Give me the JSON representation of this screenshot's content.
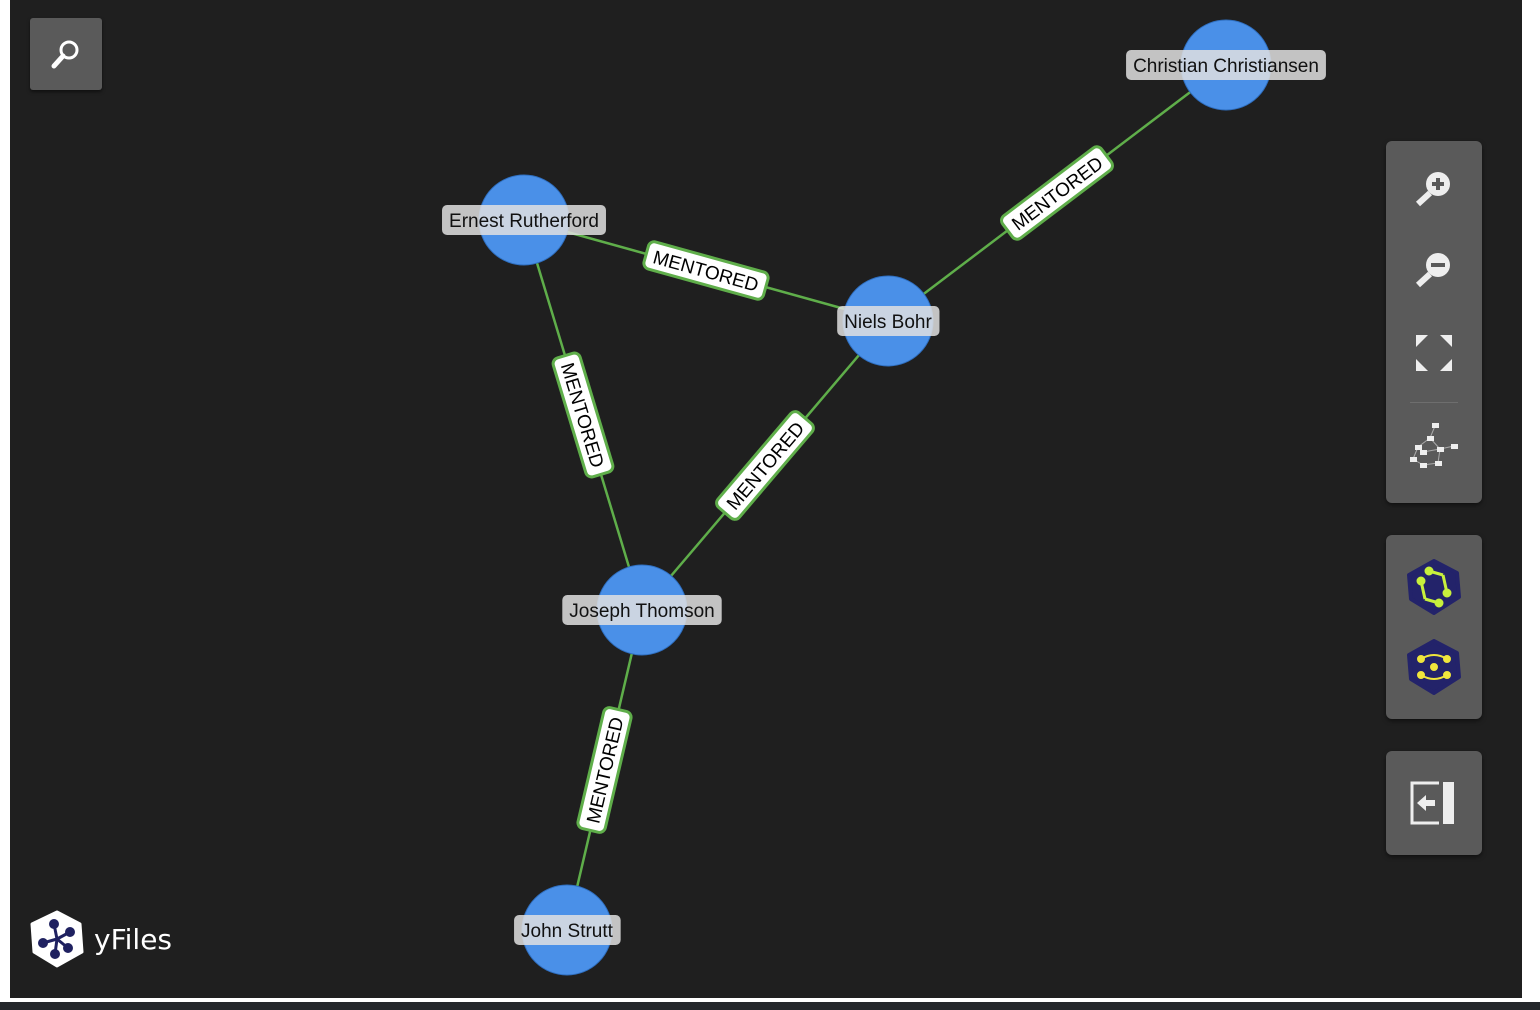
{
  "nodes": [
    {
      "id": "christiansen",
      "label": "Christian Christiansen"
    },
    {
      "id": "rutherford",
      "label": "Ernest Rutherford"
    },
    {
      "id": "bohr",
      "label": "Niels Bohr"
    },
    {
      "id": "thomson",
      "label": "Joseph Thomson"
    },
    {
      "id": "strutt",
      "label": "John Strutt"
    }
  ],
  "edges": [
    {
      "source": "rutherford",
      "target": "bohr",
      "label": "MENTORED"
    },
    {
      "source": "rutherford",
      "target": "thomson",
      "label": "MENTORED"
    },
    {
      "source": "bohr",
      "target": "christiansen",
      "label": "MENTORED"
    },
    {
      "source": "thomson",
      "target": "bohr",
      "label": "MENTORED"
    },
    {
      "source": "strutt",
      "target": "thomson",
      "label": "MENTORED"
    }
  ],
  "colors": {
    "node": "#4a90e8",
    "edge": "#5fae4a",
    "background": "#1f1f1f",
    "panel": "#5a5a5a"
  },
  "branding": {
    "name": "yFiles"
  },
  "toolbar": [
    "search-icon",
    "zoom-in-icon",
    "zoom-out-icon",
    "fit-graph-icon",
    "layout-icon",
    "organic-layout-icon",
    "radial-layout-icon",
    "collapse-panel-icon"
  ]
}
